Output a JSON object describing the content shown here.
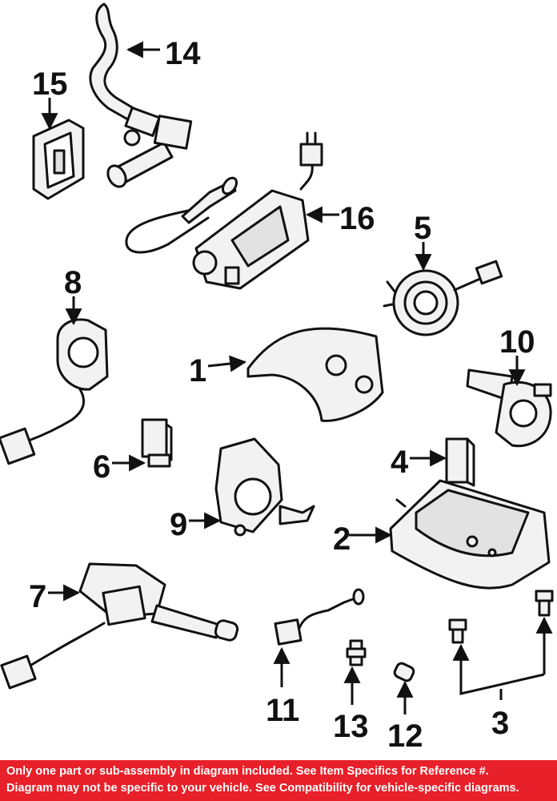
{
  "colors": {
    "background": "#ffffff",
    "line": "#111111",
    "part_fill": "#f2f2f2",
    "footer_bg": "#e8202a",
    "footer_text": "#ffffff"
  },
  "callouts": {
    "p1": "1",
    "p2": "2",
    "p3": "3",
    "p4": "4",
    "p5": "5",
    "p6": "6",
    "p7": "7",
    "p8": "8",
    "p9": "9",
    "p10": "10",
    "p11": "11",
    "p12": "12",
    "p13": "13",
    "p14": "14",
    "p15": "15",
    "p16": "16"
  },
  "footer": {
    "line1": "Only one part or sub-assembly in diagram included. See Item Specifics for Reference #.",
    "line2": "Diagram may not be specific to your vehicle. See Compatibility for vehicle-specific diagrams."
  }
}
